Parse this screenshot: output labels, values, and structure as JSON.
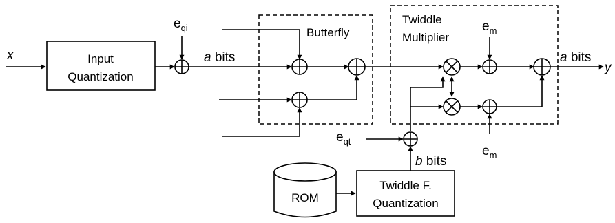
{
  "labels": {
    "input_x": "x",
    "output_y": "y",
    "input_quant_line1": "Input",
    "input_quant_line2": "Quantization",
    "e_qi_base": "e",
    "e_qi_sub": "qi",
    "a_bits_1_var": "a",
    "a_bits_1_word": " bits",
    "butterfly": "Butterfly",
    "twiddle_mult_line1": "Twiddle",
    "twiddle_mult_line2": "Multiplier",
    "e_m_top_base": "e",
    "e_m_top_sub": "m",
    "e_m_bottom_base": "e",
    "e_m_bottom_sub": "m",
    "a_bits_2_var": "a",
    "a_bits_2_word": " bits",
    "e_qt_base": "e",
    "e_qt_sub": "qt",
    "b_bits_var": "b",
    "b_bits_word": " bits",
    "rom": "ROM",
    "twiddle_quant_line1": "Twiddle F.",
    "twiddle_quant_line2": "Quantization"
  }
}
